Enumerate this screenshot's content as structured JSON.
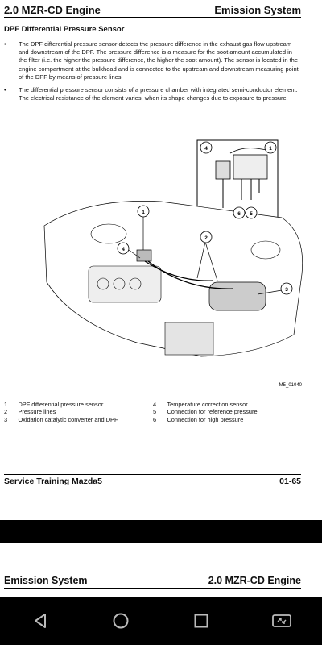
{
  "page": {
    "header_left": "2.0 MZR-CD Engine",
    "header_right": "Emission System",
    "section_title": "DPF Differential Pressure Sensor",
    "bullets": [
      "The DPF differential pressure sensor detects the pressure difference in the exhaust gas flow upstream and downstream of the DPF. The pressure difference is a measure for the soot amount accumulated in the filter (i.e. the higher the pressure difference, the higher the soot amount). The sensor is located in the engine compartment at the bulkhead and is connected to the upstream and downstream measuring point of the DPF by means of pressure lines.",
      "The differential pressure sensor consists of a pressure chamber with integrated semi-conductor element. The electrical resistance of the element varies, when its shape changes due to exposure to pressure."
    ],
    "bullet_glyph": "•",
    "figure_code": "M5_01040",
    "callouts": [
      "1",
      "2",
      "3",
      "4",
      "5",
      "6"
    ],
    "legend": [
      {
        "n": "1",
        "text": "DPF differential pressure sensor"
      },
      {
        "n": "4",
        "text": "Temperature correction sensor"
      },
      {
        "n": "2",
        "text": "Pressure lines"
      },
      {
        "n": "5",
        "text": "Connection for reference pressure"
      },
      {
        "n": "3",
        "text": "Oxidation catalytic converter and DPF"
      },
      {
        "n": "6",
        "text": "Connection for high pressure"
      }
    ],
    "footer_left": "Service Training Mazda5",
    "footer_right": "01-65"
  },
  "next_page": {
    "header_left": "Emission System",
    "header_right": "2.0 MZR-CD Engine"
  },
  "navbar": {
    "back": "back-icon",
    "home": "home-icon",
    "recents": "recents-icon",
    "rotate": "rotate-screen-icon"
  }
}
